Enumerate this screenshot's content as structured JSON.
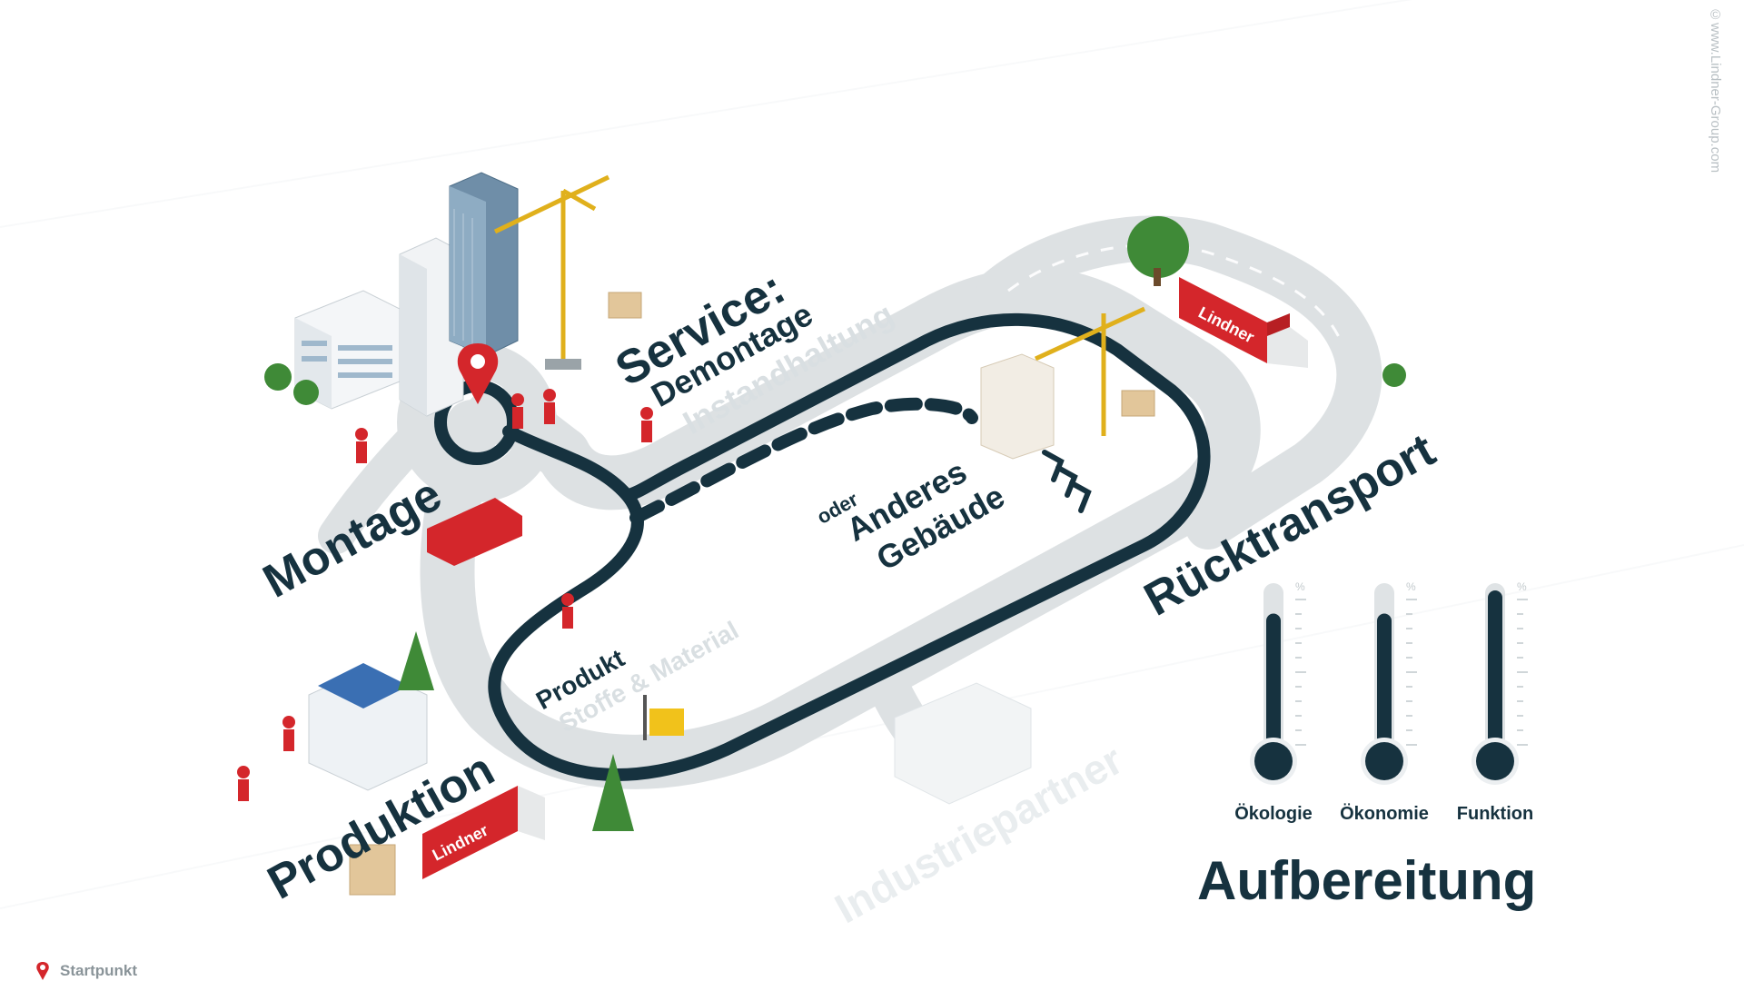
{
  "labels": {
    "montage": "Montage",
    "produktion": "Produktion",
    "service": "Service:",
    "demontage": "Demontage",
    "instandhaltung": "Instandhaltung",
    "ruecktransport": "Rücktransport",
    "oder": "oder",
    "anderes": "Anderes",
    "gebaeude": "Gebäude",
    "produkt": "Produkt",
    "stoffe": "Stoffe & Material",
    "industriepartner": "Industriepartner",
    "aufbereitung": "Aufbereitung"
  },
  "truck_brand": "Lindner",
  "thermometers": [
    {
      "label": "Ökologie",
      "level": 0.86
    },
    {
      "label": "Ökonomie",
      "level": 0.86
    },
    {
      "label": "Funktion",
      "level": 1.0
    }
  ],
  "thermometer_unit": "%",
  "legend": {
    "label": "Startpunkt"
  },
  "copyright": "©www.Lindner-Group.com",
  "colors": {
    "track": "#16323f",
    "road": "#dde1e3",
    "accent_red": "#d4262b",
    "crane_yellow": "#f1c21b",
    "text": "#16323f",
    "tree_green": "#3f8a37"
  },
  "icons": [
    "start-pin-icon",
    "direction-chevrons-icon",
    "lindner-logo-icon"
  ]
}
